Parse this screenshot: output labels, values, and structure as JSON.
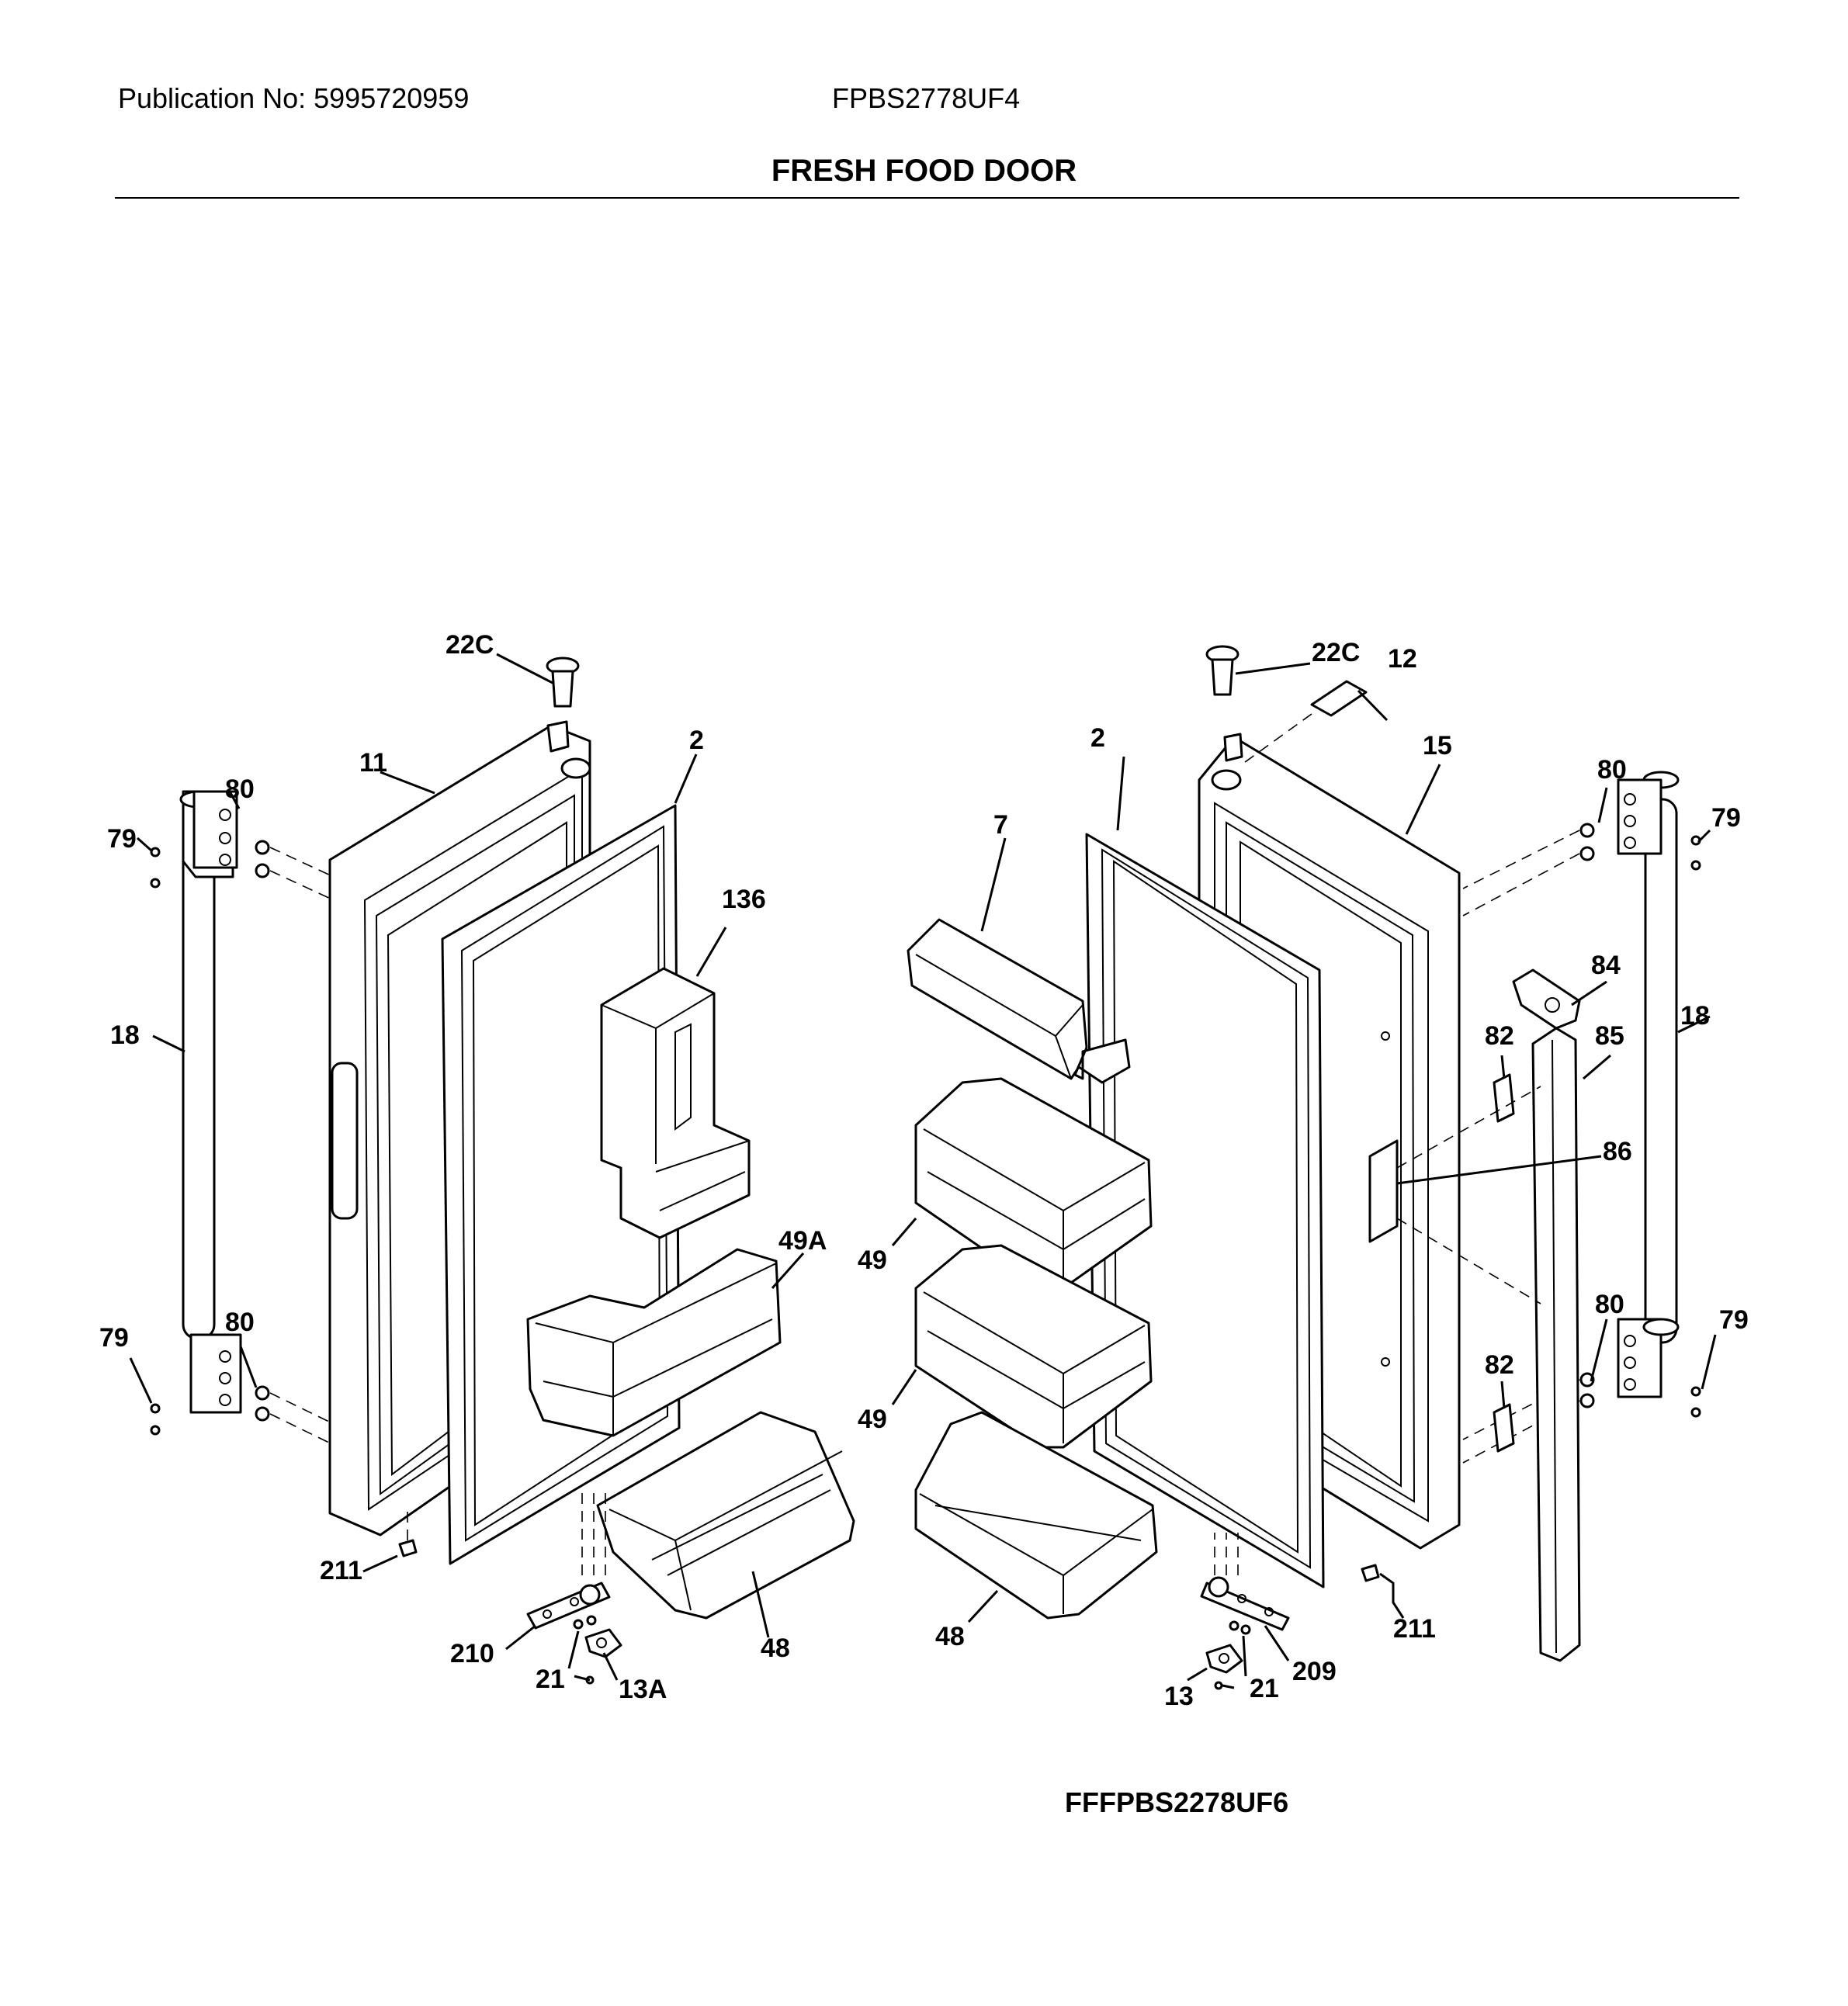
{
  "header": {
    "publication": "Publication No: 5995720959",
    "model": "FPBS2778UF4",
    "title": "FRESH FOOD DOOR"
  },
  "footer": {
    "code": "FFFPBS2278UF6"
  },
  "callouts": {
    "c22c_left": "22C",
    "c11": "11",
    "c2_left": "2",
    "c80_top_left": "80",
    "c79_top_left": "79",
    "c136": "136",
    "c18_left": "18",
    "c49a": "49A",
    "c79_bottom_left": "79",
    "c80_bottom_left": "80",
    "c211_left": "211",
    "c210": "210",
    "c21_left": "21",
    "c13a": "13A",
    "c48_left": "48",
    "c22c_right": "22C",
    "c12": "12",
    "c2_right": "2",
    "c15": "15",
    "c7": "7",
    "c80_top_right": "80",
    "c79_top_right": "79",
    "c84": "84",
    "c18_right": "18",
    "c82_top": "82",
    "c85": "85",
    "c86": "86",
    "c49_top": "49",
    "c49_bottom": "49",
    "c80_bottom_right": "80",
    "c79_bottom_right": "79",
    "c82_bottom": "82",
    "c48_right": "48",
    "c211_right": "211",
    "c209": "209",
    "c13": "13",
    "c21_right": "21"
  }
}
